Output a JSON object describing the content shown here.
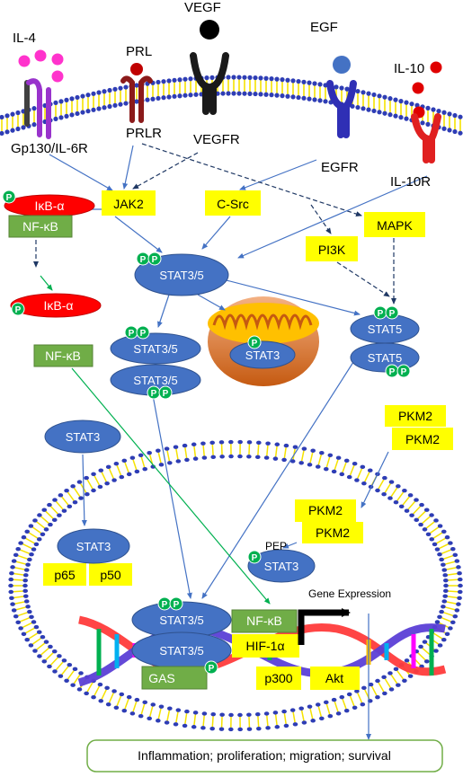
{
  "ligands": {
    "il4": "IL-4",
    "prl": "PRL",
    "vegf": "VEGF",
    "egf": "EGF",
    "il10": "IL-10"
  },
  "receptors": {
    "gp130": "Gp130/IL-6R",
    "prlr": "PRLR",
    "vegfr": "VEGFR",
    "egfr": "EGFR",
    "il10r": "IL-10R"
  },
  "kinases": {
    "jak2": "JAK2",
    "csrc": "C-Src",
    "mapk": "MAPK",
    "pi3k": "PI3K",
    "pkm2_a": "PKM2",
    "pkm2_b": "PKM2",
    "pkm2_c": "PKM2",
    "pkm2_d": "PKM2",
    "hif1a": "HIF-1α",
    "p300": "p300",
    "akt": "Akt",
    "p65": "p65",
    "p50": "p50"
  },
  "nfkb_pathway": {
    "ikba_complex": "IκB-α",
    "nfkb_complex": "NF-κB",
    "ikba_released": "IκB-α",
    "nfkb_free": "NF-κB",
    "nfkb_dna": "NF-κB"
  },
  "stat": {
    "stat35_activated": "STAT3/5",
    "dimer_top": "STAT3/5",
    "dimer_bottom": "STAT3/5",
    "mito_stat3": "STAT3",
    "stat5_top": "STAT5",
    "stat5_bottom": "STAT5",
    "cyto_stat3": "STAT3",
    "nuc_stat3": "STAT3",
    "pkm2_stat3": "STAT3",
    "dna_top": "STAT3/5",
    "dna_bottom": "STAT3/5"
  },
  "phospho": "P",
  "labels": {
    "pep": "PEP",
    "gene_expression": "Gene Expression",
    "gas": "GAS"
  },
  "outcome": "Inflammation; proliferation; migration; survival",
  "colors": {
    "stat_blue": "#4472c4",
    "kinase_yellow": "#ffff00",
    "nfkb_green": "#70ad47",
    "ikb_red": "#ff0000",
    "phospho_green": "#00b050",
    "arrow_blue": "#4472c4",
    "arrow_green": "#00b050",
    "dark_navy": "#1f3864",
    "membrane_blue": "#2e3db5",
    "membrane_yellow": "#f5e200"
  }
}
